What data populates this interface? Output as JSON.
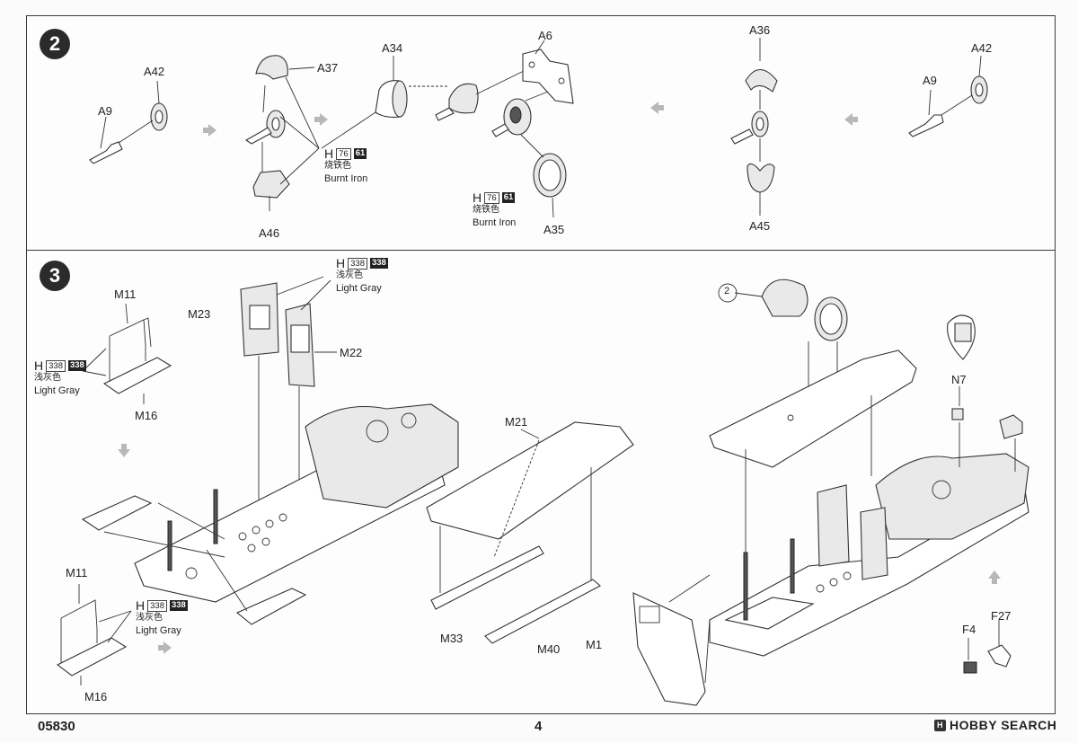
{
  "document": {
    "code": "05830",
    "page": "4",
    "brand": "HOBBY SEARCH"
  },
  "step2": {
    "number": "2",
    "labels": {
      "a42_left": "A42",
      "a9_left": "A9",
      "a37": "A37",
      "a46": "A46",
      "a34": "A34",
      "a6": "A6",
      "a35": "A35",
      "a36": "A36",
      "a45": "A45",
      "a9_right": "A9",
      "a42_right": "A42"
    },
    "paint1": {
      "h": "H",
      "code1": "76",
      "code2": "61",
      "cn": "烧铁色",
      "en": "Burnt Iron"
    },
    "paint2": {
      "h": "H",
      "code1": "76",
      "code2": "61",
      "cn": "烧铁色",
      "en": "Burnt Iron"
    }
  },
  "step3": {
    "number": "3",
    "labels": {
      "m11_top": "M11",
      "m16_top": "M16",
      "m23": "M23",
      "m22": "M22",
      "m11_bottom": "M11",
      "m16_bottom": "M16",
      "m21": "M21",
      "m33": "M33",
      "m40": "M40",
      "m1": "M1",
      "n7": "N7",
      "f4": "F4",
      "f27": "F27",
      "ref2": "2"
    },
    "paint_top": {
      "h": "H",
      "code1": "338",
      "code2": "338",
      "cn": "浅灰色",
      "en": "Light Gray"
    },
    "paint_left": {
      "h": "H",
      "code1": "338",
      "code2": "338",
      "cn": "浅灰色",
      "en": "Light Gray"
    },
    "paint_bottom": {
      "h": "H",
      "code1": "338",
      "code2": "338",
      "cn": "浅灰色",
      "en": "Light Gray"
    }
  }
}
